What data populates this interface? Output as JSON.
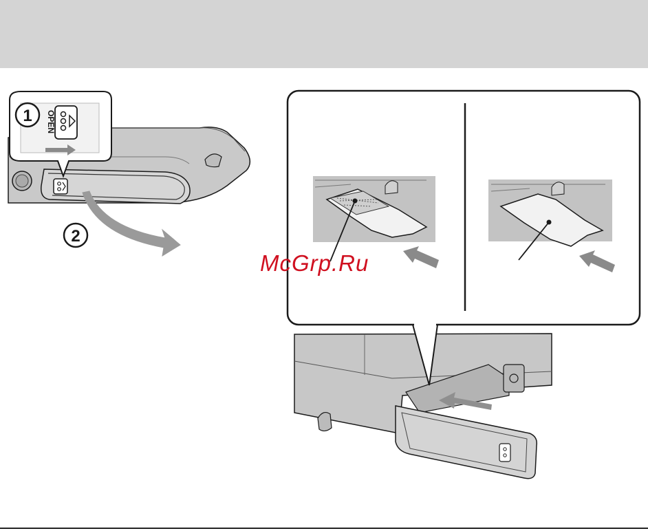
{
  "colors": {
    "header_band": "#d4d4d4",
    "camera_body": "#c8c8c8",
    "outline": "#1a1a1a",
    "watermark": "#d01020"
  },
  "figure_left": {
    "step1_number": "1",
    "step2_number": "2",
    "open_label": "OPEN"
  },
  "watermark": {
    "text": "McGrp.Ru"
  }
}
